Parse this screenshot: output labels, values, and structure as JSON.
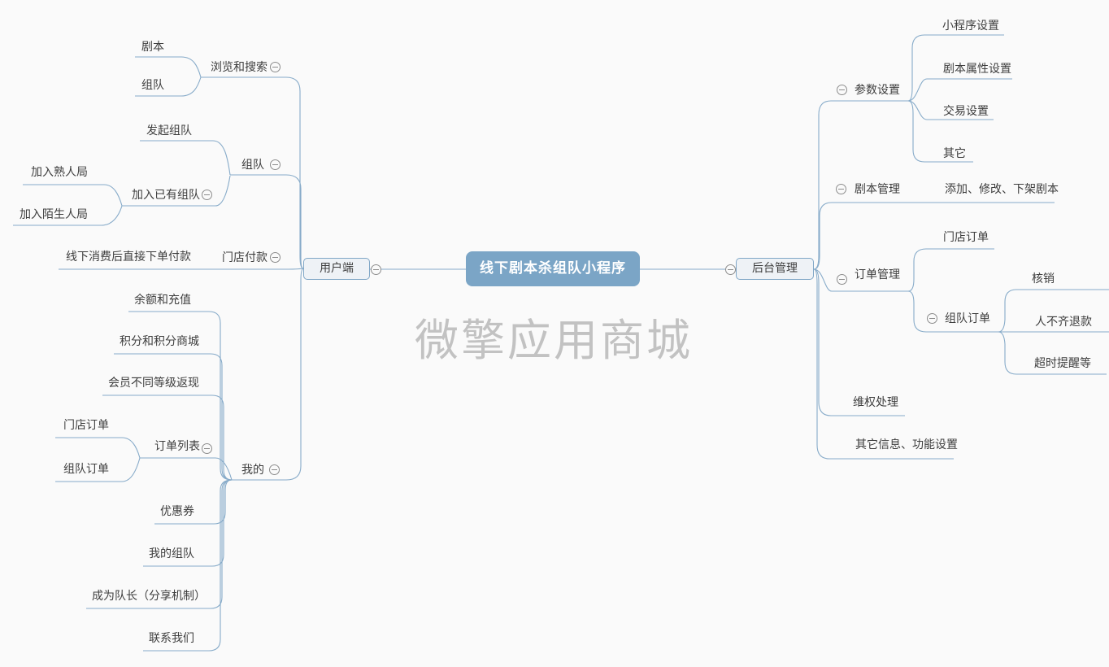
{
  "watermark": "微擎应用商城",
  "colors": {
    "background": "#fafafa",
    "branch_line": "#87abc9",
    "central_bg": "#7ba5c6",
    "central_text": "#ffffff",
    "box_bg": "#eef2f6",
    "box_border": "#7fa6c6",
    "topic_text": "#3d3d3d",
    "watermark_text": "#c2c2c2"
  },
  "map": {
    "root": {
      "label": "线下剧本杀组队小程序"
    },
    "left": {
      "label": "用户端",
      "children": [
        {
          "label": "浏览和搜索",
          "children": [
            {
              "label": "剧本"
            },
            {
              "label": "组队"
            }
          ]
        },
        {
          "label": "组队",
          "children": [
            {
              "label": "发起组队"
            },
            {
              "label": "加入已有组队",
              "children": [
                {
                  "label": "加入熟人局"
                },
                {
                  "label": "加入陌生人局"
                }
              ]
            }
          ]
        },
        {
          "label": "门店付款",
          "children": [
            {
              "label": "线下消费后直接下单付款"
            }
          ]
        },
        {
          "label": "我的",
          "children": [
            {
              "label": "余额和充值"
            },
            {
              "label": "积分和积分商城"
            },
            {
              "label": "会员不同等级返现"
            },
            {
              "label": "订单列表",
              "children": [
                {
                  "label": "门店订单"
                },
                {
                  "label": "组队订单"
                }
              ]
            },
            {
              "label": "优惠券"
            },
            {
              "label": "我的组队"
            },
            {
              "label": "成为队长（分享机制）"
            },
            {
              "label": "联系我们"
            }
          ]
        }
      ]
    },
    "right": {
      "label": "后台管理",
      "children": [
        {
          "label": "参数设置",
          "children": [
            {
              "label": "小程序设置"
            },
            {
              "label": "剧本属性设置"
            },
            {
              "label": "交易设置"
            },
            {
              "label": "其它"
            }
          ]
        },
        {
          "label": "剧本管理",
          "children": [
            {
              "label": "添加、修改、下架剧本"
            }
          ]
        },
        {
          "label": "订单管理",
          "children": [
            {
              "label": "门店订单"
            },
            {
              "label": "组队订单",
              "children": [
                {
                  "label": "核销"
                },
                {
                  "label": "人不齐退款"
                },
                {
                  "label": "超时提醒等"
                }
              ]
            }
          ]
        },
        {
          "label": "维权处理"
        },
        {
          "label": "其它信息、功能设置"
        }
      ]
    }
  }
}
